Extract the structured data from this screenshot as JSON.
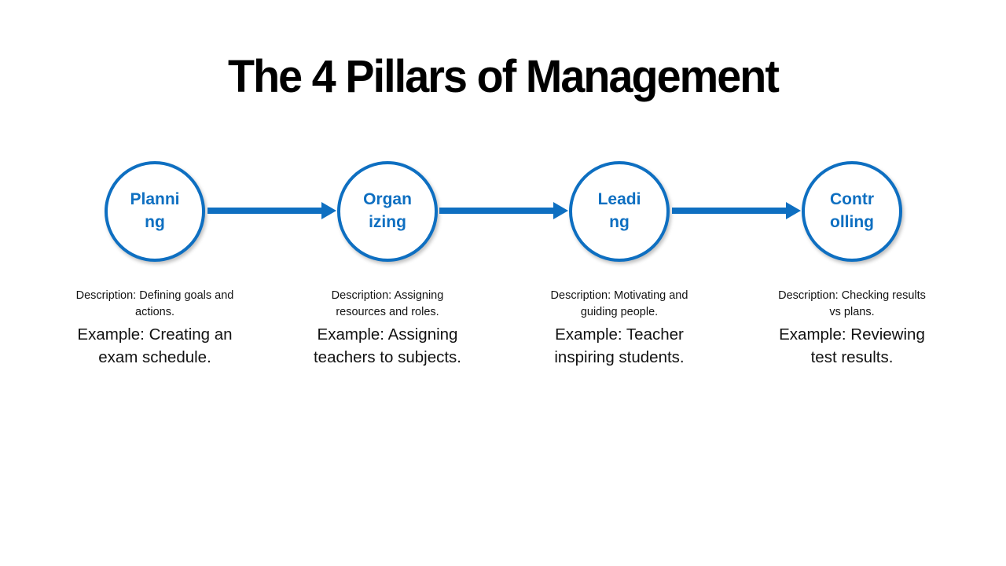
{
  "title": "The 4 Pillars of Management",
  "colors": {
    "accent": "#0E6FC1",
    "title_text": "#000000",
    "body_text": "#121212",
    "background": "#FFFFFF"
  },
  "pillars": [
    {
      "label": "Planni\nng",
      "description": "Description: Defining goals and\nactions.",
      "example": "Example: Creating an\nexam schedule."
    },
    {
      "label": "Organ\nizing",
      "description": "Description: Assigning\nresources and roles.",
      "example": "Example: Assigning\nteachers to subjects."
    },
    {
      "label": "Leadi\nng",
      "description": "Description: Motivating and\nguiding people.",
      "example": "Example: Teacher\ninspiring students."
    },
    {
      "label": "Contr\nolling",
      "description": "Description: Checking results\nvs plans.",
      "example": "Example: Reviewing\ntest results."
    }
  ]
}
